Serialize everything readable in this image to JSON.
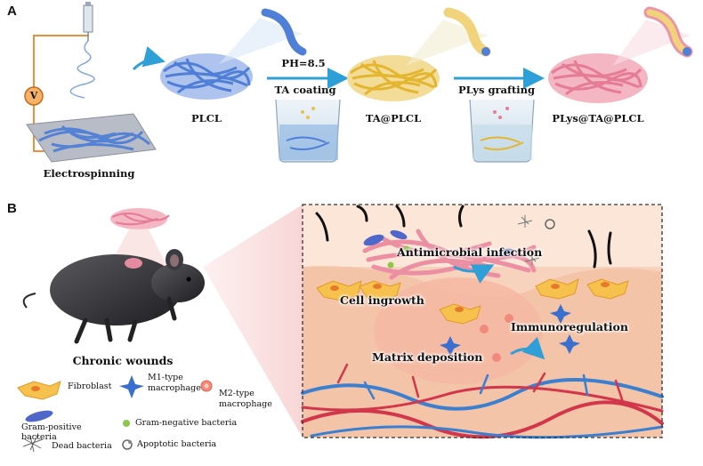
{
  "panels": {
    "a": "A",
    "b": "B"
  },
  "panel_a": {
    "electrospinning": "Electrospinning",
    "voltage_symbol": "V",
    "plcl": "PLCL",
    "ph": "PH=8.5",
    "ta_coating": "TA coating",
    "ta_plcl": "TA@PLCL",
    "plys_grafting": "PLys grafting",
    "plys_ta_plcl": "PLys@TA@PLCL"
  },
  "panel_b": {
    "chronic_wounds": "Chronic wounds",
    "antimicrobial": "Antimicrobial infection",
    "cell_ingrowth": "Cell ingrowth",
    "immunoregulation": "Immunoregulation",
    "matrix_deposition": "Matrix deposition"
  },
  "legend": {
    "fibroblast": "Fibroblast",
    "m1_line1": "M1-type",
    "m1_line2": "macrophage",
    "m2_line1": "M2-type",
    "m2_line2": "macrophage",
    "gram_pos_line1": "Gram-positive",
    "gram_pos_line2": "bacteria",
    "gram_neg": "Gram-negative bacteria",
    "dead": "Dead bacteria",
    "apoptotic": "Apoptotic bacteria"
  },
  "colors": {
    "plcl_fiber": "#4f7fd6",
    "ta_fiber": "#e8c24a",
    "plys_fiber": "#e57b95",
    "arrow": "#2f9fd8",
    "skin": "#f6c7ae",
    "vessel_red": "#d2364a",
    "vessel_blue": "#3b7fd0",
    "circuit": "#e8903a"
  }
}
